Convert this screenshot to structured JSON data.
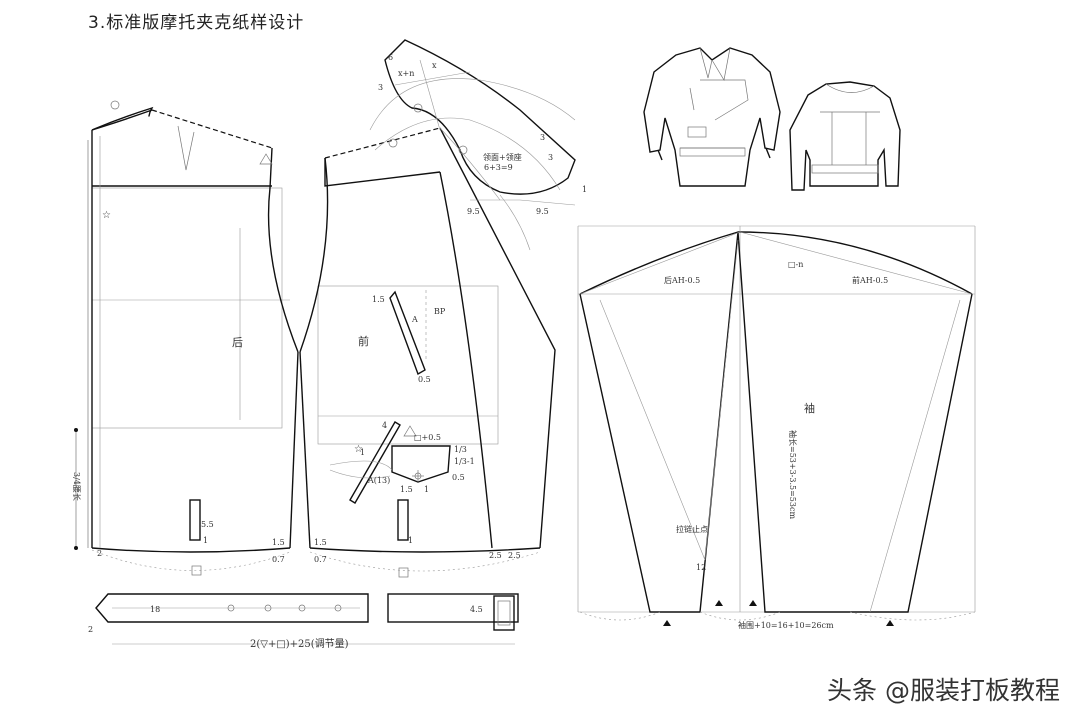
{
  "title": "3.标准版摩托夹克纸样设计",
  "watermark": "头条 @服装打板教程",
  "back_panel": {
    "name": "后",
    "bottom_left": "2",
    "pocket_len": "5.5",
    "hem_1": "1",
    "hem_15": "1.5",
    "hem_07": "0.7"
  },
  "front_panel": {
    "name": "前",
    "hem_15": "1.5",
    "hem_07": "0.7",
    "hem_1": "1",
    "edge_25a": "2.5",
    "edge_25b": "2.5",
    "dart_15": "1.5",
    "dart_a": "A",
    "bp": "BP",
    "dart_05": "0.5",
    "pocket_plus": "□+0.5",
    "pocket_4": "4",
    "pocket_a13": "A(13)",
    "pocket_15": "1.5",
    "pocket_1": "1",
    "pocket_05": "0.5",
    "frac_13_1": "1/3-1",
    "frac_13": "1/3",
    "num_1": "1"
  },
  "collar": {
    "n6": "6",
    "xn": "x+n",
    "x": "x",
    "n3a": "3",
    "n3b": "3",
    "n3c": "3",
    "formula": "领面+领座",
    "formula2": "6+3=9",
    "n95a": "9.5",
    "n95b": "9.5",
    "n1": "1"
  },
  "waist_label": "3/4腰长",
  "sleeve": {
    "back_ah": "后AH-0.5",
    "front_ah": "前AH-0.5",
    "cap": "□-n",
    "name": "袖",
    "length": "袖长=53+3-3.5=53cm",
    "zip_stop": "拉链止点",
    "n12": "12",
    "cuff": "袖围+10=16+10=26cm"
  },
  "belt": {
    "n18": "18",
    "n2": "2",
    "n45": "4.5",
    "formula": "2(▽+□)+25(调节量)"
  }
}
